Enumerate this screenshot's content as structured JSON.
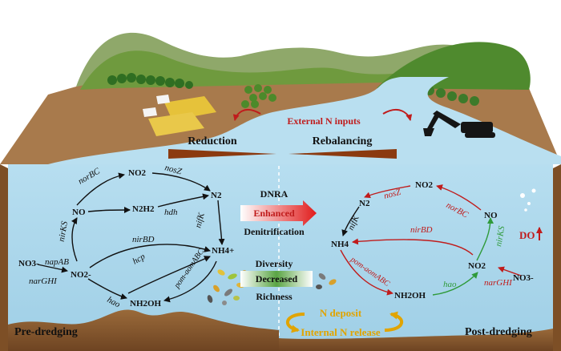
{
  "colors": {
    "red": "#c01c1c",
    "green": "#2f9a3a",
    "dark": "#111111",
    "water": "#a9d6ea",
    "sediment": "#8b5a2b",
    "gold": "#e1a400"
  },
  "landscape": {
    "external_n_inputs": "External N inputs",
    "reduction": "Reduction",
    "rebalancing": "Rebalancing"
  },
  "pre": {
    "nodes": {
      "no3": "NO3-",
      "no2": "NO2-",
      "no": "NO",
      "no2_gas": "NO2",
      "n2": "N2",
      "n2h2": "N2H2",
      "nh4": "NH4+",
      "nh2oh": "NH2OH"
    },
    "genes": {
      "napab": "napAB",
      "narghi": "narGHI",
      "nirks": "nirKS",
      "norbc": "norBC",
      "nosz": "nosZ",
      "hdh": "hdh",
      "nifk": "nifK",
      "nirbd": "nirBD",
      "hcp": "hcp",
      "pom": "pom-aomABC",
      "hao": "hao"
    },
    "label": "Pre-dredging"
  },
  "middle": {
    "dnra": "DNRA",
    "enhanced": "Enhanced",
    "denitrification": "Denitrification",
    "diversity": "Diversity",
    "decreased": "Decreased",
    "richness": "Richness",
    "n_deposit": "N deposit",
    "internal_release": "Internal N release"
  },
  "post": {
    "nodes": {
      "no2_gas": "NO2",
      "n2": "N2",
      "no": "NO",
      "nh4": "NH4",
      "no2": "NO2",
      "no3": "NO3-",
      "nh2oh": "NH2OH"
    },
    "genes": {
      "nosz": "nosZ",
      "norbc": "norBC",
      "nirks": "nirKS",
      "nifk": "nifK",
      "nirbd": "nirBD",
      "pom": "pom-aomABC",
      "hao": "hao",
      "narghi": "narGHI"
    },
    "do": "DO",
    "label": "Post-dredging"
  }
}
